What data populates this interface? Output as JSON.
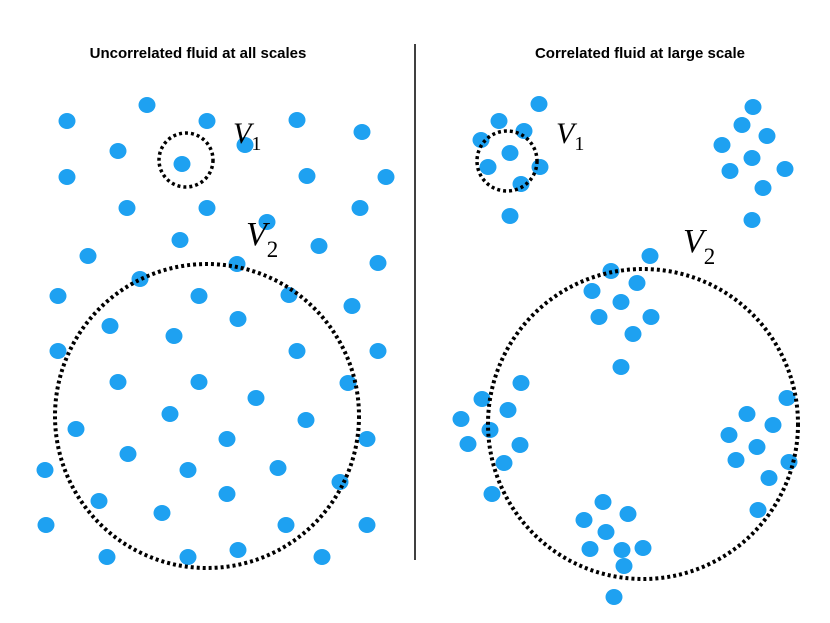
{
  "colors": {
    "particle": "#1EA1F1",
    "boundary": "#000000",
    "divider": "#000000"
  },
  "left_panel": {
    "title": "Uncorrelated fluid at all scales",
    "v1_label": {
      "letter": "V",
      "sub": "1"
    },
    "v2_label": {
      "letter": "V",
      "sub": "2"
    }
  },
  "right_panel": {
    "title": "Correlated fluid at large scale",
    "v1_label": {
      "letter": "V",
      "sub": "1"
    },
    "v2_label": {
      "letter": "V",
      "sub": "2"
    }
  }
}
